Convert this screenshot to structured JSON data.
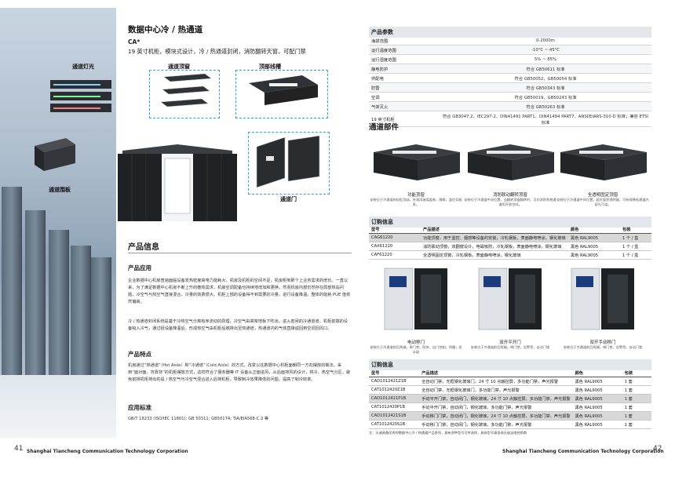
{
  "left": {
    "title": "数据中心冷 / 热通道",
    "code": "CA*",
    "subtitle": "19 英寸机柜，模块式设计，冷 / 热通道封闭，消防翻转天窗，可配门禁",
    "callouts": {
      "channel_light": "通道灯光",
      "top_window": "通道顶窗",
      "top_tray": "顶部线槽",
      "side_panel": "通道围板",
      "door": "通道门"
    },
    "section_title": "产品信息",
    "app_head": "产品应用",
    "app_text1": "企业数据中心机房普遍面临设备发热密度高电力能耗大，机房及机柜的空间不足，机房柜到那个上业务需求的增长。一直以来，为了满足数据中心机房不断上升的散热需求，机房空调配备也持续地增加和更换，然而机房内部仍然存在局部热岛问题，冷空气与热空气直接混合，冷量的效费很大。机柜上部的设备得不到需要的冷量，进行设备降温，整体的能耗 PUE 值依然偏高。",
    "app_text2": "冷 / 热通道封闭系统是基于冷热空气分离有序流动的原理，冷空气由高架地板下吹出，进入密闭的冷通道道，机柜前端的设备吸入冷气，通过经设备降温后，形成热空气由机柜后端排出至热通道，热通道内的气体直接返回到空调回风口。",
    "feature_head": "产品特点",
    "feature_text": "机房通过“热通道”（Hot Aisle）和“冷通道”（Cold Aisle）的方式，改变以往数据中心机柜面朝同一方向摆放的做法，采用“面对面，背靠背”的机柜摆放方式，这样符合了服务器等 IT 设备从正面进风，从后面排风的设计，将冷、热空气分区，避免前排机柜排出的是 / 热空气与冷空气混合进入后排机柜，导致制冷效果降低的问题，提高了制冷效率。",
    "std_head": "应用标准",
    "std_text": "GB/T 18233 (ISO/IEC 11801); GB 50311; GB50174; TIA/EIA568-C.2 等",
    "page_number": "41",
    "corp": "Shanghai Tiancheng Communication Technology Corporation"
  },
  "right": {
    "params_head": "产品参数",
    "params": [
      [
        "海拔范围",
        "0-2000m"
      ],
      [
        "运行温度范围",
        "-10°C ~ 45°C"
      ],
      [
        "运行湿度范围",
        "5% ~ 85%"
      ],
      [
        "静电防护",
        "符合 GB50611 标准"
      ],
      [
        "供配电",
        "符合 GB50052、GB50054 标准"
      ],
      [
        "防雷",
        "符合 GB50343 标准"
      ],
      [
        "空调",
        "符合 GB50019、GB50243 标准"
      ],
      [
        "气体灭火",
        "符合 GB50263 标准"
      ],
      [
        "19 英寸机柜",
        "符合 GB3047.2、IEC297-2、DIN41491 PART1、DIN41494 PART7、ANSI/EIARS-310-D 标准；兼容 ETSI 标准"
      ]
    ],
    "parts_title": "通道部件",
    "parts": [
      {
        "name": "功能顶窗",
        "desc": "安装位于冷通道的机柜顶部，外观用玻璃盖装，隔断，盖住导板条。"
      },
      {
        "name": "消防联动翻转顶窗",
        "desc": "安装位于冷通道中间位置，当翻转顶窗翻转时，可向消防系统通道的开放空间。"
      },
      {
        "name": "全透明固定顶窗",
        "desc": "安装位于冷通道中间位置，超大面积透明玻，可有效降低通道内部光污染。"
      }
    ],
    "order_head": "订购信息",
    "order1_cols": [
      "型号",
      "产品描述",
      "颜色",
      "包装"
    ],
    "order1_rows": [
      [
        "CAG61220",
        "功能顶窗，用于监控、烟感等设备的安装，冷轧钢板，表面静电喷涂，钢化玻璃",
        "黑色 RAL9005",
        "1 个 / 盒"
      ],
      [
        "CAX61220",
        "消防联动顶窗，双翻窗设计，电磁吸附，冷轧钢板，表面静电喷涂，钢化玻璃",
        "黑色 RAL9005",
        "1 个 / 盒"
      ],
      [
        "CAF61220",
        "全透明固定顶窗，冷轧钢板，表面静电喷涂，钢化玻璃",
        "黑色 RAL9005",
        "1 个 / 盒"
      ]
    ],
    "doors": [
      {
        "name": "电动移门",
        "desc": "安装位于冷通道前后两端，带门禁，防夹，自门控制，防撞，显示屏"
      },
      {
        "name": "双开平开门",
        "desc": "安装位于冷通道前后两端，带门禁，告警等，自动门锁"
      },
      {
        "name": "双开手动移门",
        "desc": "安装位于冷通道前后两端，带门禁，告警等，自动门锁"
      }
    ],
    "order2_cols": [
      "型号",
      "产品描述",
      "颜色",
      "包装"
    ],
    "order2_rows": [
      [
        "CAD1012421Z1B",
        "全自动门禁，无框钢化玻璃门，24 寸 10 点触控屏，多功能门禁，声光报警",
        "黑色 RAL9005",
        "1 套"
      ],
      [
        "CAT1012420Z1B",
        "全自动门禁，无框钢化玻璃门，多功能门禁，声光报警",
        "黑色 RAL9005",
        "1 套"
      ],
      [
        "CAD1012421P1B",
        "手动平开门禁，自动闭门，钢化玻璃，24 寸 10 点触控屏，多功能门禁，声光报警",
        "黑色 RAL9005",
        "1 套"
      ],
      [
        "CAT1012420P1B",
        "手动平开门禁，自动闭门，钢化玻璃，多功能门禁，声光报警",
        "黑色 RAL9005",
        "1 套"
      ],
      [
        "CAD1012421S1B",
        "手动移门门禁，自动闭门，钢化玻璃，24 寸 10 点触控屏，多功能门禁，声光报警",
        "黑色 RAL9005",
        "1 套"
      ],
      [
        "CAT1012420S1B",
        "手动移门门禁，自动闭门，钢化玻璃，多功能门禁，声光报警",
        "黑色 RAL9005",
        "1 套"
      ]
    ],
    "note": "注：天诚具备优秀的数据中心冷 / 热通道产品系列，具有多种型号可供选择，具体型号请咨询天诚当地经销商",
    "page_number": "42",
    "corp": "Shanghai Tiancheng Communication Technology Corporation"
  }
}
